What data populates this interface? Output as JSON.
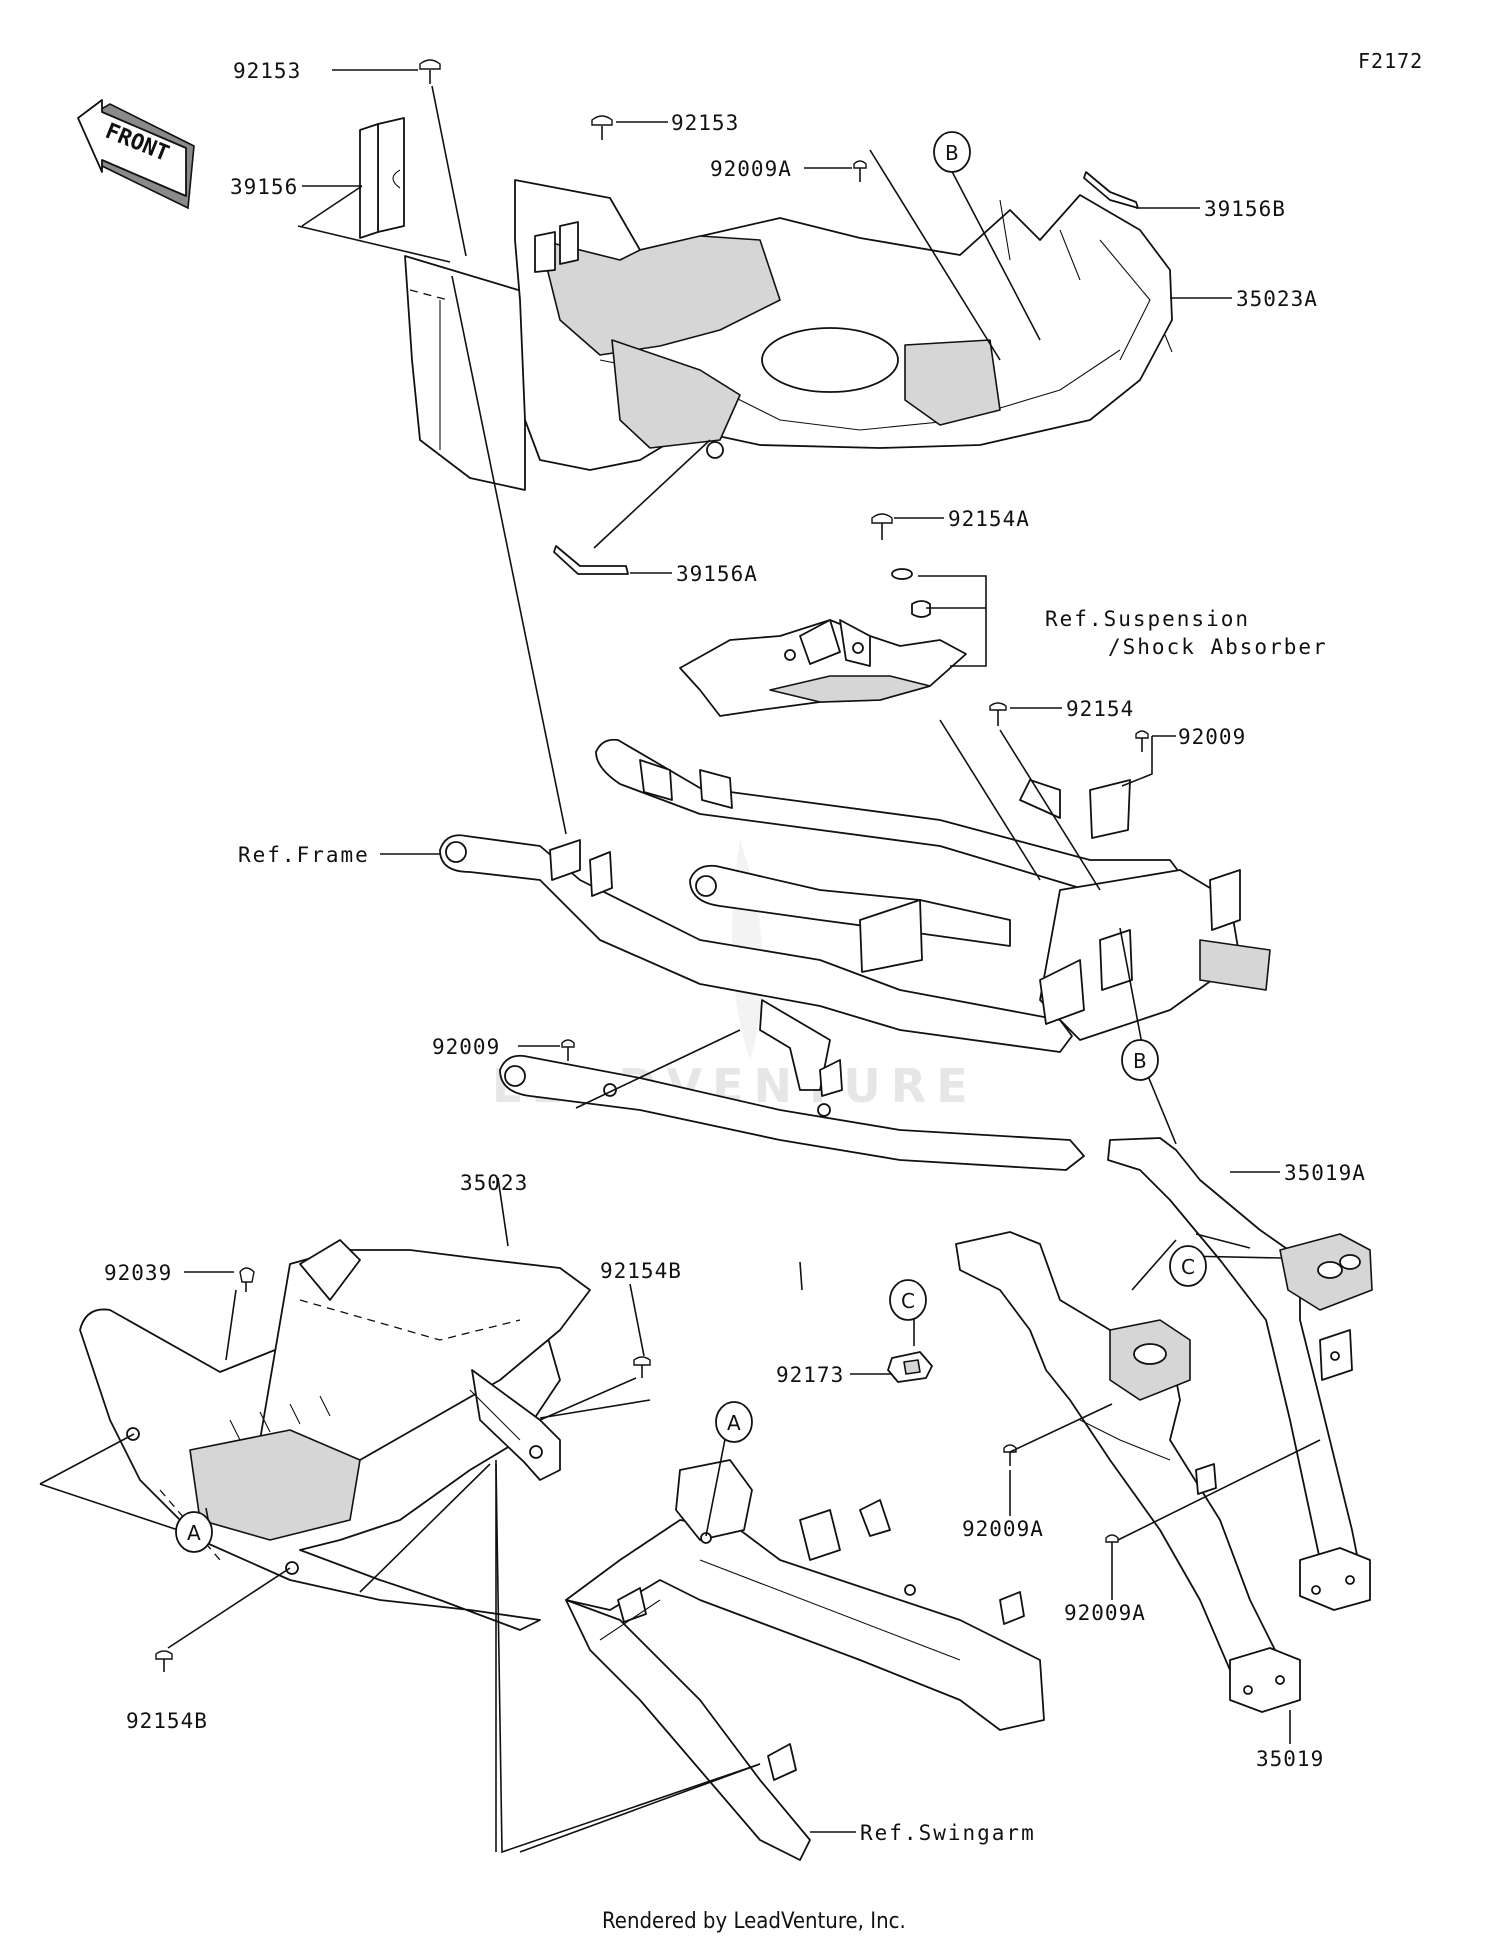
{
  "figure_code": "F2172",
  "front_label": "FRONT",
  "watermark": "LEADVENTURE",
  "credit": "Rendered by LeadVenture, Inc.",
  "callouts": [
    "A",
    "B",
    "C"
  ],
  "parts": {
    "p92153_top": "92153",
    "p92153_mid": "92153",
    "p39156": "39156",
    "p92009A_top": "92009A",
    "p39156B": "39156B",
    "p35023A": "35023A",
    "p39156A": "39156A",
    "p92154A": "92154A",
    "p92154": "92154",
    "p92009_right": "92009",
    "p92009_left": "92009",
    "p35019A": "35019A",
    "p35023": "35023",
    "p92039": "92039",
    "p92154B_upper": "92154B",
    "p92154B_lower": "92154B",
    "p92173": "92173",
    "p92009A_mid": "92009A",
    "p92009A_low": "92009A",
    "p35019": "35019"
  },
  "refs": {
    "suspension_line1": "Ref.Suspension",
    "suspension_line2": "/Shock Absorber",
    "frame": "Ref.Frame",
    "swingarm": "Ref.Swingarm"
  }
}
